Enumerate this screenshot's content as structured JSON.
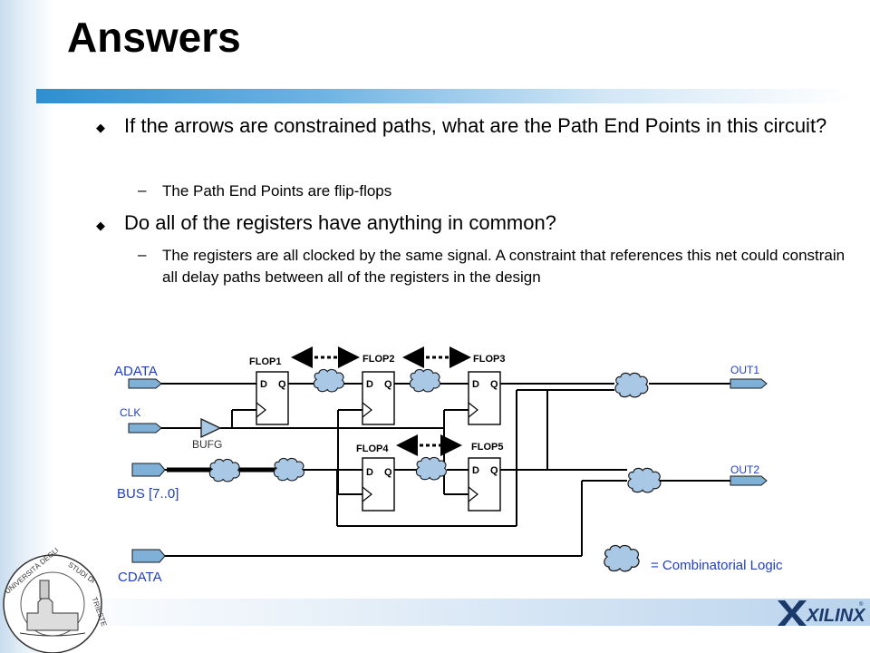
{
  "slide": {
    "title": "Answers",
    "bullets": [
      {
        "text": "If the arrows are constrained paths, what are the Path End Points in this circuit?",
        "sub": "The Path End Points are flip-flops"
      },
      {
        "text": "Do all of the registers have anything in common?",
        "sub": "The registers are all clocked by the same signal. A constraint that references this net could constrain all delay paths between all of the registers in the design"
      }
    ],
    "bullet_glyph": "◆",
    "sub_glyph": "–"
  },
  "diagram": {
    "inputs": {
      "adata": "ADATA",
      "clk": "CLK",
      "bus": "BUS [7..0]",
      "cdata": "CDATA"
    },
    "outputs": {
      "out1": "OUT1",
      "out2": "OUT2"
    },
    "buffer": "BUFG",
    "flops": {
      "flop1": "FLOP1",
      "flop2": "FLOP2",
      "flop3": "FLOP3",
      "flop4": "FLOP4",
      "flop5": "FLOP5"
    },
    "pins": {
      "d": "D",
      "q": "Q"
    },
    "legend": "= Combinatorial Logic"
  },
  "colors": {
    "accent": "#2e8fd0",
    "input_label": "#1f3fbf",
    "port_fill": "#7fb0d8",
    "cloud_fill": "#a9c8e6"
  },
  "logos": {
    "brand": "XILINX",
    "seal_text": "UNIVERSITÀ DEGLI STUDI DI TRIESTE"
  }
}
